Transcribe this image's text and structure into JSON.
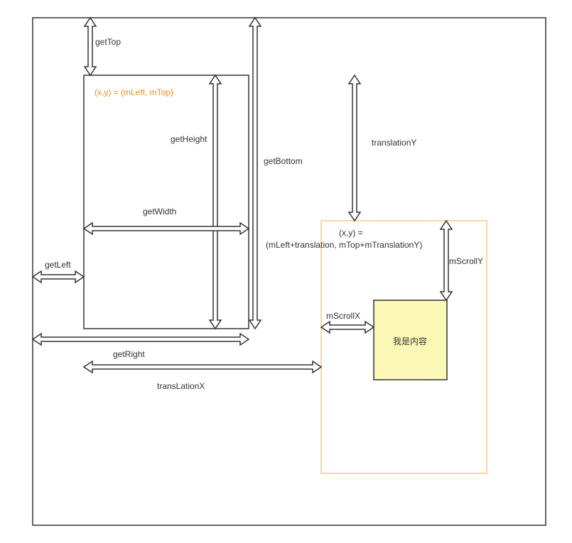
{
  "colors": {
    "stroke": "#333333",
    "accent": "#f08c1c",
    "view_border": "#f8c888",
    "content_fill": "#fbf8b6"
  },
  "labels": {
    "origin": "(x,y) = (mLeft, mTop)",
    "get_top": "getTop",
    "get_height": "getHeight",
    "get_bottom": "getBottom",
    "get_width": "getWidth",
    "get_left": "getLeft",
    "get_right": "getRight",
    "translation_y": "translationY",
    "translation_x": "transLationX",
    "translated_origin_1": "(x,y) =",
    "translated_origin_2": "(mLeft+translation, mTop+mTranslationY)",
    "m_scroll_x": "mScrollX",
    "m_scroll_y": "mScrollY",
    "content": "我是内容"
  }
}
